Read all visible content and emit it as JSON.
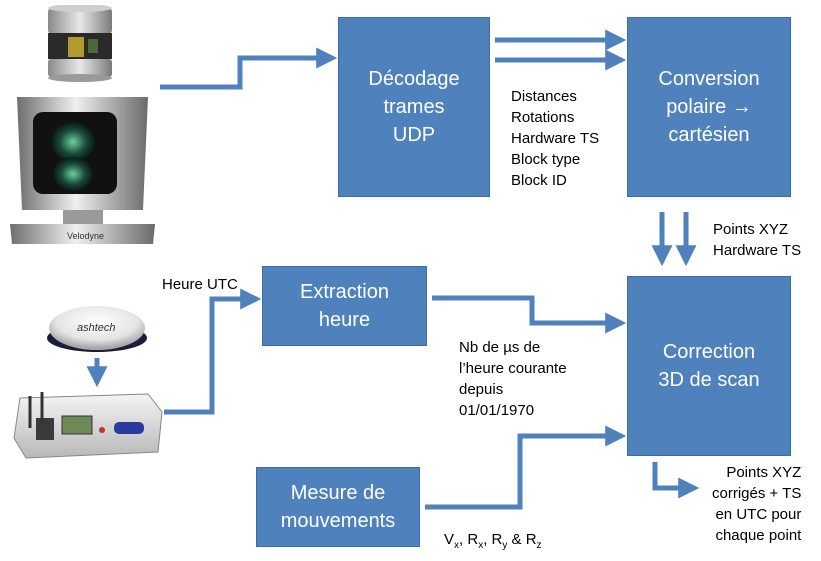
{
  "boxes": {
    "decode": "Décodage\ntrames\nUDP",
    "convert": "Conversion\npolaire →\ncartésien",
    "extract": "Extraction\nheure",
    "correct": "Correction\n3D de scan",
    "motion": "Mesure de\nmouvements"
  },
  "labels": {
    "decode_out": "Distances\nRotations\nHardware TS\nBlock type\nBlock ID",
    "convert_out": "Points XYZ\nHardware TS",
    "utc": "Heure UTC",
    "microsec": "Nb de µs de\nl’heure courante\ndepuis\n01/01/1970",
    "motion_out": {
      "v": "V",
      "vs": "x",
      "c1": ", R",
      "r1s": "x",
      "c2": ", R",
      "r2s": "y",
      "c3": " & R",
      "r3s": "z"
    },
    "final_out": "Points XYZ\ncorrigés + TS\nen UTC pour\nchaque point"
  },
  "devices": {
    "lidar_brand": "Velodyne",
    "gps_brand": "ashtech"
  },
  "colors": {
    "box": "#4f81bd",
    "arrow": "#4f81bd"
  }
}
